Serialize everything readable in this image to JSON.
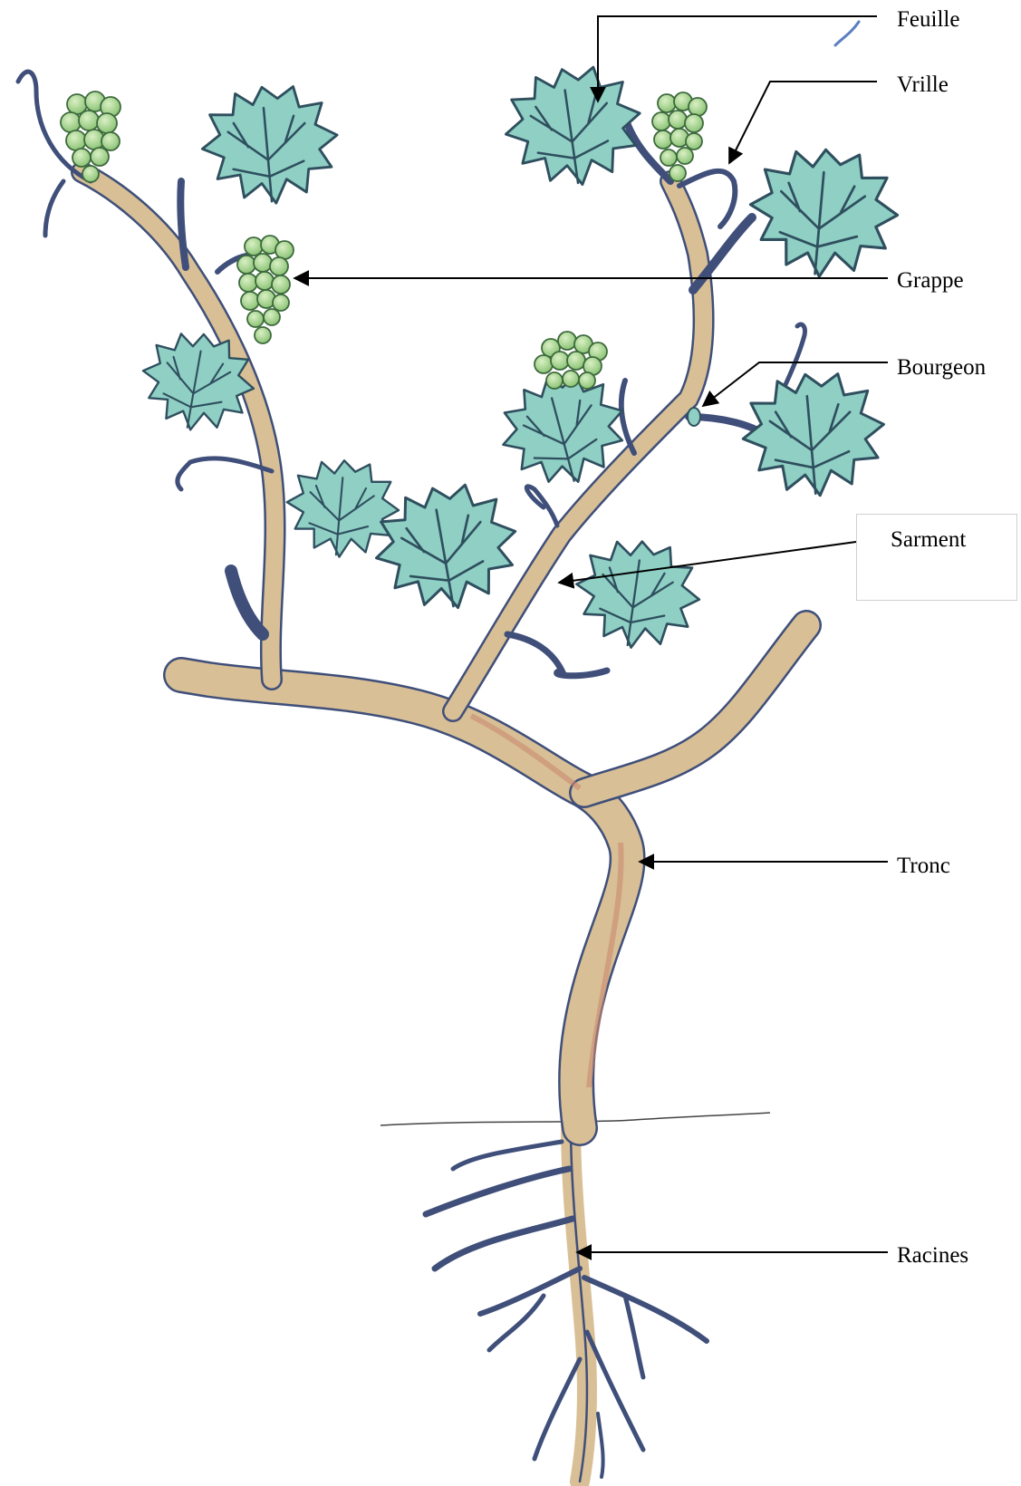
{
  "labels": {
    "feuille": "Feuille",
    "vrille": "Vrille",
    "grappe": "Grappe",
    "bourgeon": "Bourgeon",
    "sarment": "Sarment",
    "tronc": "Tronc",
    "racines": "Racines"
  },
  "colors": {
    "leaf": "#8fcfc4",
    "leaf_outline": "#2f4f5f",
    "wood": "#d8bf95",
    "wood_shade": "#c98b73",
    "wood_outline": "#3f4f7a",
    "grape": "#a6d58a",
    "grape_outline": "#3d6a3d",
    "arrow": "#000000"
  }
}
